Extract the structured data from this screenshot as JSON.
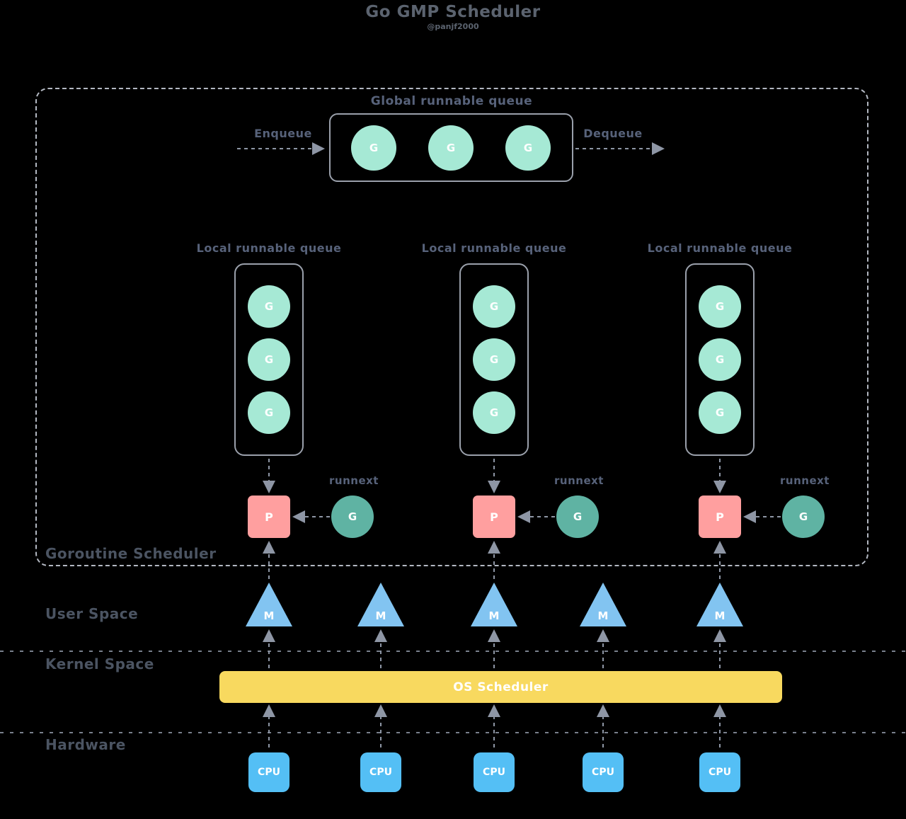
{
  "title": "Go GMP Scheduler",
  "subtitle": "@panjf2000",
  "goroutine_scheduler": {
    "label": "Goroutine Scheduler",
    "global_queue": {
      "title": "Global runnable queue",
      "enqueue": "Enqueue",
      "dequeue": "Dequeue",
      "items": [
        "G",
        "G",
        "G"
      ]
    },
    "local_queues": [
      {
        "title": "Local runnable queue",
        "items": [
          "G",
          "G",
          "G"
        ],
        "processor": "P",
        "runnext": {
          "label": "runnext",
          "item": "G"
        }
      },
      {
        "title": "Local runnable queue",
        "items": [
          "G",
          "G",
          "G"
        ],
        "processor": "P",
        "runnext": {
          "label": "runnext",
          "item": "G"
        }
      },
      {
        "title": "Local runnable queue",
        "items": [
          "G",
          "G",
          "G"
        ],
        "processor": "P",
        "runnext": {
          "label": "runnext",
          "item": "G"
        }
      }
    ]
  },
  "user_space": {
    "label": "User Space",
    "machines": [
      "M",
      "M",
      "M",
      "M",
      "M"
    ]
  },
  "kernel_space": {
    "label": "Kernel Space",
    "os_scheduler": "OS Scheduler"
  },
  "hardware": {
    "label": "Hardware",
    "cpus": [
      "CPU",
      "CPU",
      "CPU",
      "CPU",
      "CPU"
    ]
  },
  "colors": {
    "background": "#000000",
    "title": "#5b636f",
    "label": "#57627a",
    "section": "#4b5462",
    "arrow": "#8e96a5",
    "goroutine": "#a6e9d5",
    "runnext_g": "#5fb3a3",
    "processor": "#ff9f9f",
    "machine": "#82c4f1",
    "os_scheduler": "#f8d95f",
    "cpu": "#54bff5",
    "shape_text": "#ffffff",
    "box_border": "#b3b8c2",
    "queue_border": "#9aa0ab"
  }
}
